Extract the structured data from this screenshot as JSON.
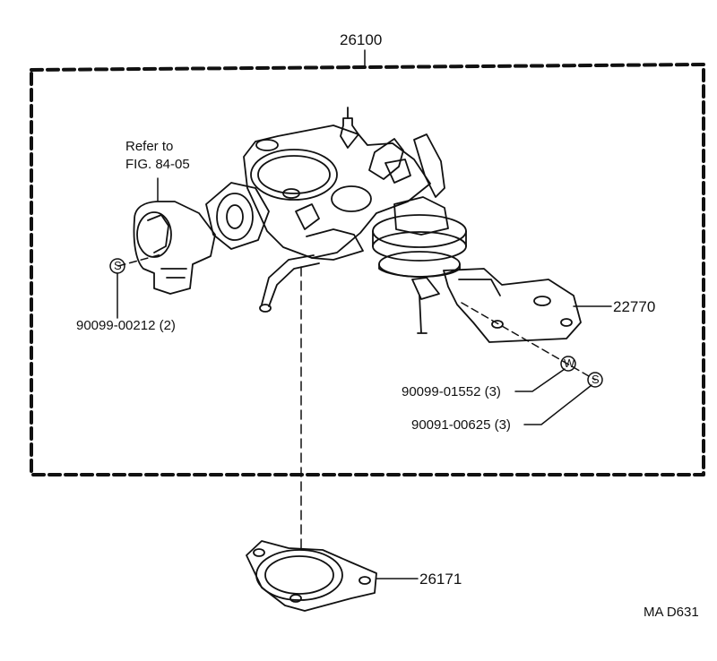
{
  "diagram": {
    "assembly_number": "26100",
    "refer_note": {
      "line1": "Refer to",
      "line2": "FIG. 84-05"
    },
    "parts": [
      {
        "number": "90099-00212 (2)",
        "symbol": "S"
      },
      {
        "number": "22770"
      },
      {
        "number": "90099-01552 (3)",
        "symbol": "W"
      },
      {
        "number": "90091-00625 (3)",
        "symbol": "S"
      },
      {
        "number": "26171"
      }
    ],
    "footer_code": "MA  D631"
  },
  "colors": {
    "ink": "#111111",
    "paper": "#ffffff"
  }
}
